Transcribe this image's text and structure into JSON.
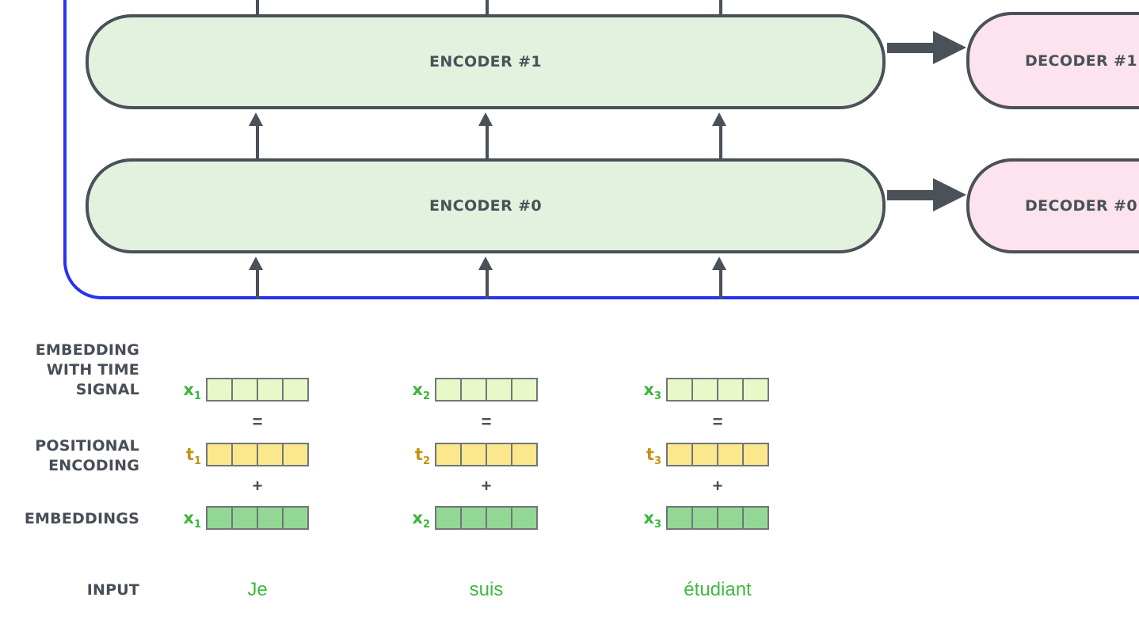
{
  "colors": {
    "box_border": "#4a5158",
    "encoder_fill": "#e2f2de",
    "decoder_fill": "#fce3ee",
    "container_outline": "#2733f0",
    "label_text": "#474e57",
    "time_signal_cell": "#e9f8c8",
    "positional_cell": "#fbe88d",
    "embedding_cell": "#92d894",
    "x_label": "#3db53d",
    "t_label": "#c49312",
    "input_word": "#42b842"
  },
  "stack": {
    "encoders": [
      {
        "label": "ENCODER #1"
      },
      {
        "label": "ENCODER #0"
      }
    ],
    "decoders": [
      {
        "label": "DECODER #1"
      },
      {
        "label": "DECODER #0"
      }
    ]
  },
  "rows": {
    "time_signal": {
      "label_lines": [
        "EMBEDDING",
        "WITH TIME",
        "SIGNAL"
      ]
    },
    "positional": {
      "label_lines": [
        "POSITIONAL",
        "ENCODING"
      ]
    },
    "embeddings": {
      "label": "EMBEDDINGS"
    },
    "input": {
      "label": "INPUT"
    }
  },
  "operators": {
    "equals": "=",
    "plus": "+"
  },
  "vectors": {
    "cells_per_vector": 4
  },
  "columns": [
    {
      "time_label": "x",
      "time_sub": "1",
      "pos_label": "t",
      "pos_sub": "1",
      "emb_label": "x",
      "emb_sub": "1",
      "word": "Je"
    },
    {
      "time_label": "x",
      "time_sub": "2",
      "pos_label": "t",
      "pos_sub": "2",
      "emb_label": "x",
      "emb_sub": "2",
      "word": "suis"
    },
    {
      "time_label": "x",
      "time_sub": "3",
      "pos_label": "t",
      "pos_sub": "3",
      "emb_label": "x",
      "emb_sub": "3",
      "word": "étudiant"
    }
  ]
}
